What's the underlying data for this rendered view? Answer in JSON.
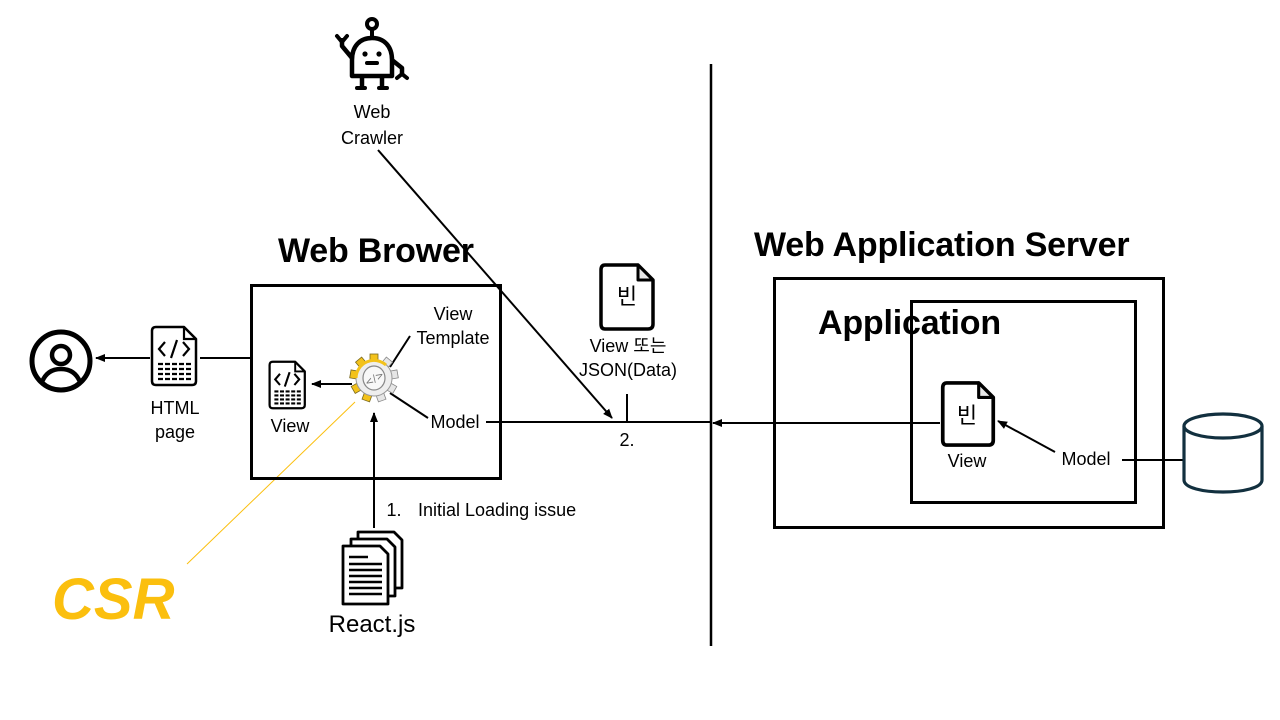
{
  "diagram": {
    "type": "architecture",
    "theme_color": "#fbbf0e"
  },
  "crawler": {
    "icon": "robot-icon",
    "label_line1": "Web",
    "label_line2": "Crawler"
  },
  "user": {
    "icon": "user-circle-icon"
  },
  "html_page": {
    "icon": "code-file-icon",
    "label_line1": "HTML",
    "label_line2": "page"
  },
  "browser": {
    "title": "Web Brower",
    "view_label": "View",
    "view_icon": "code-file-icon",
    "engine_icon": "gear-icon",
    "template_label_line1": "View",
    "template_label_line2": "Template",
    "model_label": "Model"
  },
  "response": {
    "icon": "document-icon",
    "icon_glyph": "빈",
    "label_line1": "View 또는",
    "label_line2": "JSON(Data)",
    "step_label": "2."
  },
  "react": {
    "icon": "documents-stack-icon",
    "label": "React.js",
    "step_number": "1.",
    "step_label": "Initial Loading issue"
  },
  "server": {
    "title": "Web Application Server",
    "application_title": "Application",
    "view_icon_glyph": "빈",
    "view_label": "View",
    "model_label": "Model"
  },
  "database": {
    "icon": "database-icon"
  },
  "mode_label": "CSR"
}
